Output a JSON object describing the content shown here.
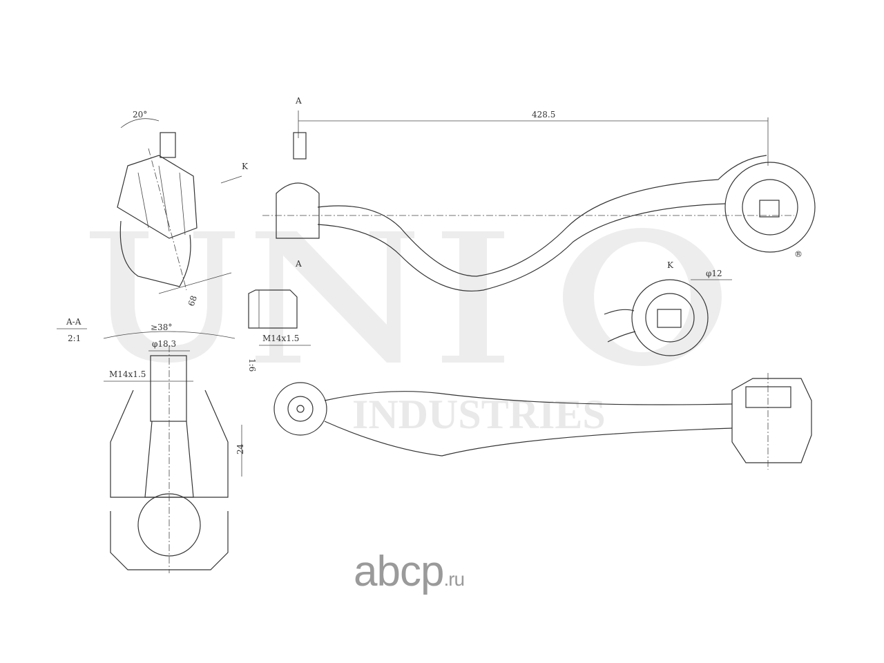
{
  "watermark": {
    "logo": "UNIO",
    "registered": "®",
    "subtitle": "INDUSTRIES"
  },
  "labels": {
    "angle_20": "20°",
    "section_a_top": "A",
    "section_a_bottom": "A",
    "length": "428.5",
    "dim_68": "68",
    "view_k_arrow": "K",
    "view_k_label": "K",
    "diameter_12": "φ12",
    "nut_thread": "M14x1.5",
    "section_title": "A-A",
    "section_scale": "2:1",
    "angle_38": "≥38°",
    "diameter_18_3": "φ18.3",
    "stud_thread": "M14x1.5",
    "taper": "1:6",
    "dim_24": "24"
  },
  "brand": {
    "name": "abcp",
    "tld": ".ru"
  }
}
